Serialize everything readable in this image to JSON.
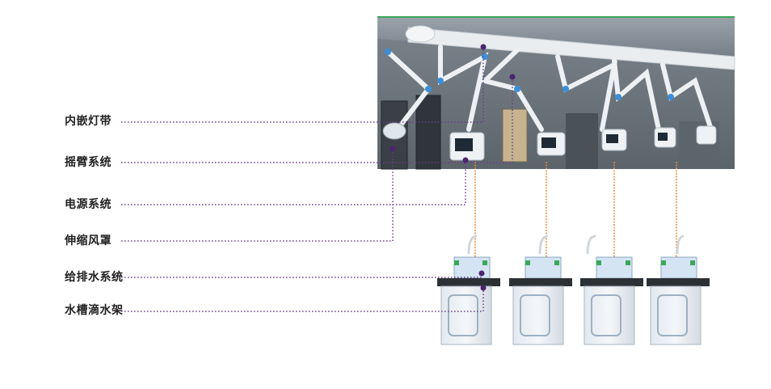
{
  "labels": {
    "led_strip": "内嵌灯带",
    "swing_arm": "摇臂系统",
    "power": "电源系统",
    "hood": "伸缩风罩",
    "water": "给排水系统",
    "sink_rack": "水槽滴水架"
  },
  "colors": {
    "leader_line": "#6a3d8f",
    "tube": "#f08a3a",
    "accent_green": "#3aa85a"
  }
}
